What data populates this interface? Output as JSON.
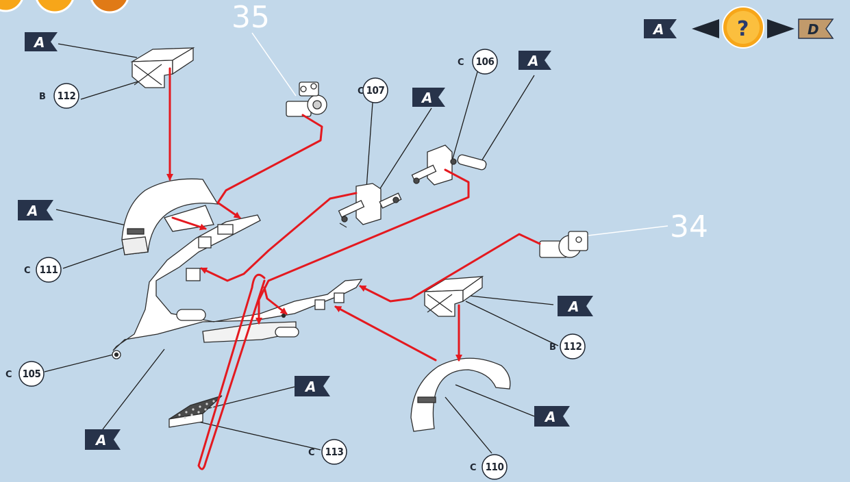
{
  "steps": {
    "step_35": "35",
    "step_34": "34"
  },
  "nav": {
    "prev_label": "A",
    "help_label": "?",
    "next_label": "D"
  },
  "colors": {
    "background": "#c2d8ea",
    "flag": "#27334a",
    "nav_next_flag": "#c19a6b",
    "arrow": "#e4191f",
    "help_button": "#f7a619"
  },
  "callouts": [
    {
      "id": "callout-b112-top",
      "prefix": "B",
      "number": "112"
    },
    {
      "id": "callout-c107",
      "prefix": "C",
      "number": "107"
    },
    {
      "id": "callout-c106",
      "prefix": "C",
      "number": "106"
    },
    {
      "id": "callout-c111",
      "prefix": "C",
      "number": "111"
    },
    {
      "id": "callout-c105",
      "prefix": "C",
      "number": "105"
    },
    {
      "id": "callout-b112-right",
      "prefix": "B",
      "number": "112"
    },
    {
      "id": "callout-c113",
      "prefix": "C",
      "number": "113"
    },
    {
      "id": "callout-c110",
      "prefix": "C",
      "number": "110"
    }
  ],
  "flags": [
    {
      "id": "flag-a-1",
      "label": "A"
    },
    {
      "id": "flag-a-2",
      "label": "A"
    },
    {
      "id": "flag-a-3",
      "label": "A"
    },
    {
      "id": "flag-a-4",
      "label": "A"
    },
    {
      "id": "flag-a-5",
      "label": "A"
    },
    {
      "id": "flag-a-6",
      "label": "A"
    },
    {
      "id": "flag-a-7",
      "label": "A"
    },
    {
      "id": "flag-a-8",
      "label": "A"
    }
  ]
}
